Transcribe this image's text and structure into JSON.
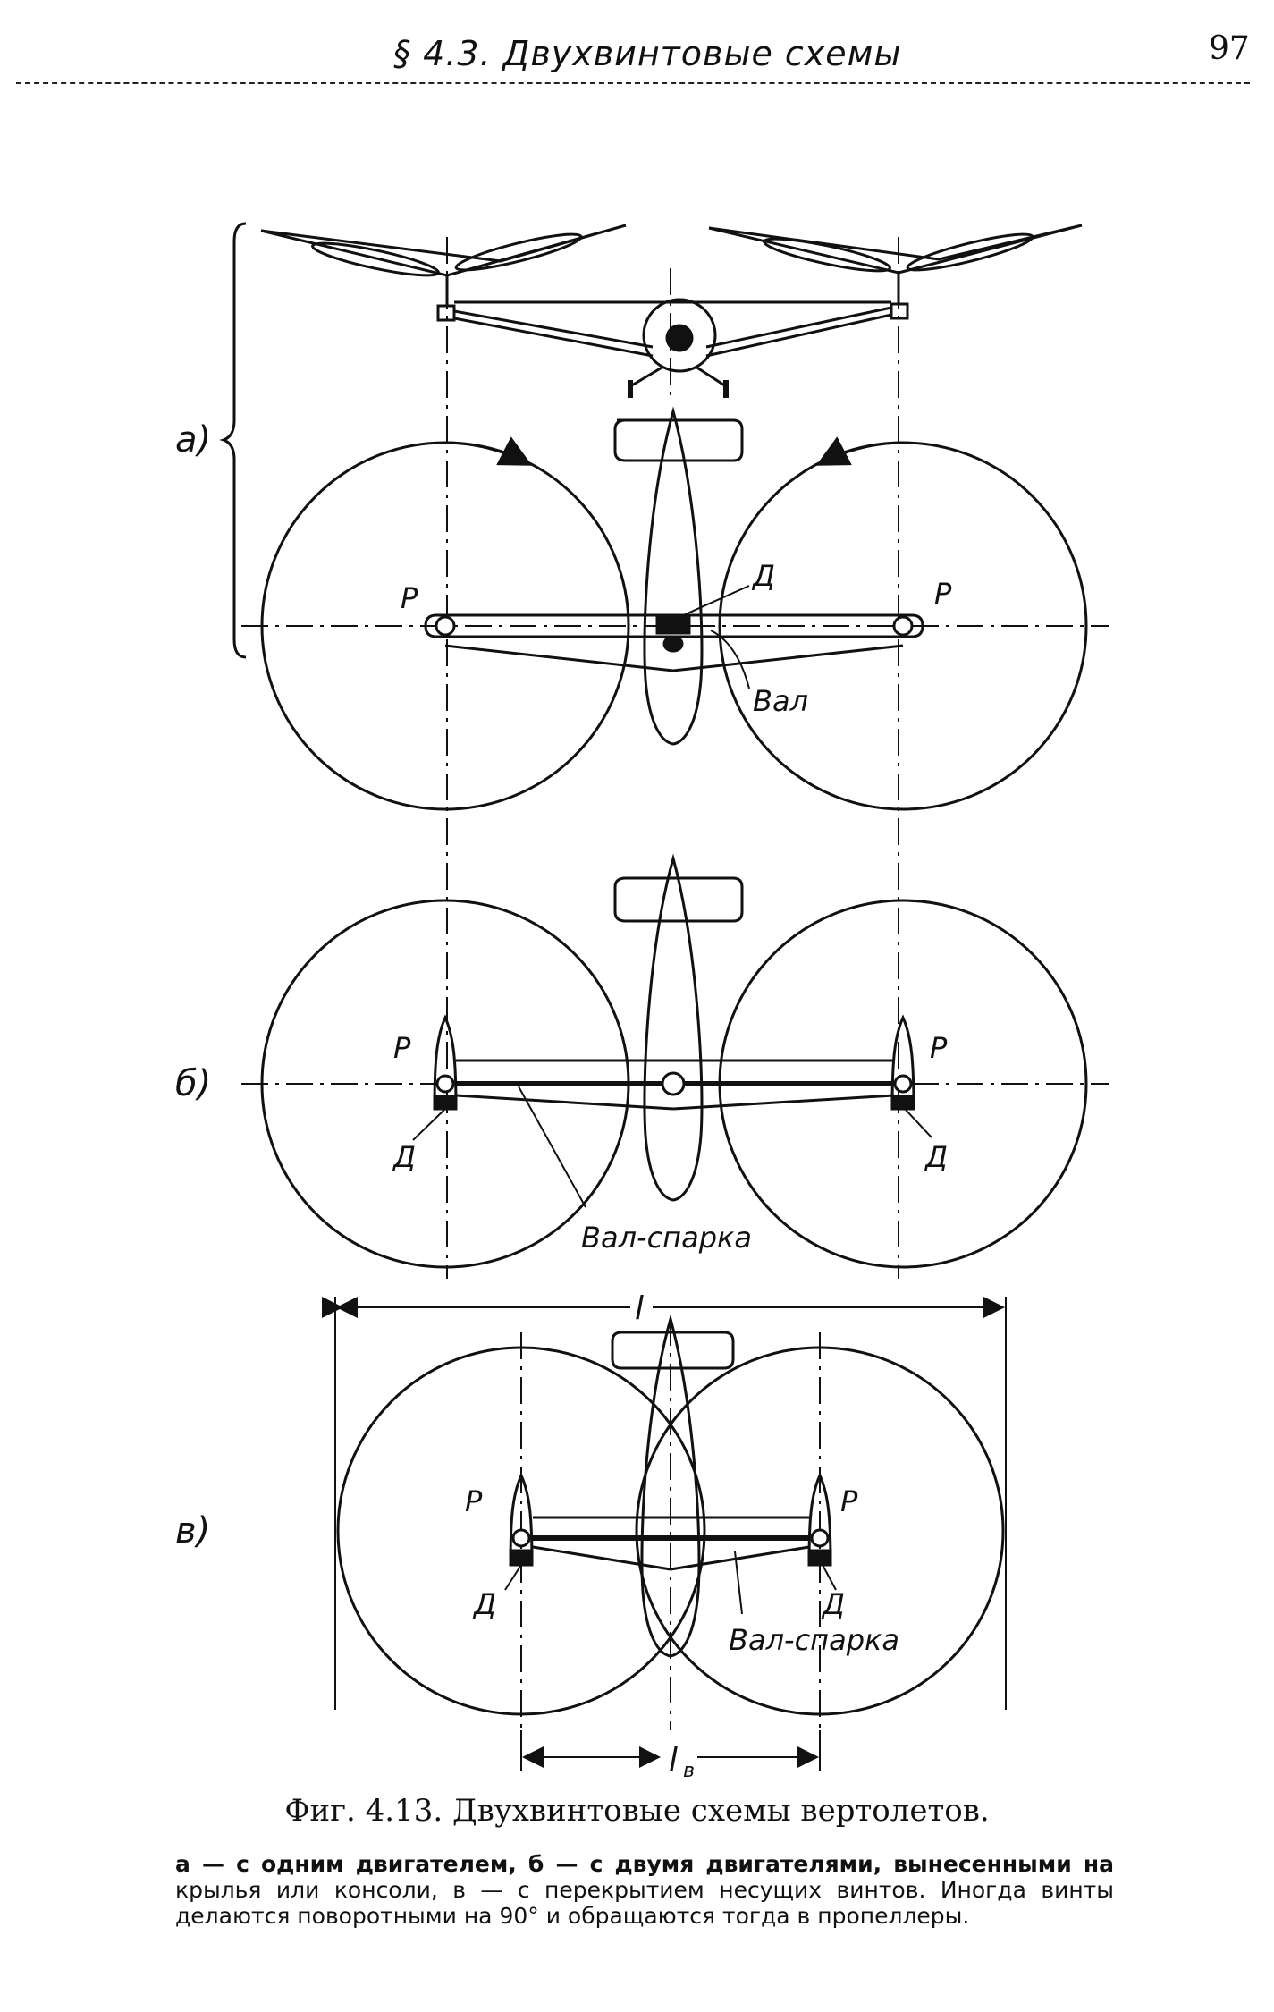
{
  "header": {
    "title": "§ 4.3. Двухвинтовые схемы",
    "page_number": "97"
  },
  "figure": {
    "variant_labels": [
      "а)",
      "б)",
      "в)"
    ],
    "label_P": "P",
    "label_D": "Д",
    "label_val": "Вал",
    "label_val_sparka": "Вал-спарка",
    "label_l": "l",
    "label_lv_main": "l",
    "label_lv_sub": "в"
  },
  "caption": {
    "title": "Фиг. 4.13. Двухвинтовые схемы вертолетов.",
    "part1": "а — с одним двигателем, б — с двумя двигателями, вынесенными на",
    "part2": "крылья или консоли, в — с перекрытием несущих винтов. Иногда винты делаются поворотными на 90° и обращаются тогда в пропеллеры."
  }
}
